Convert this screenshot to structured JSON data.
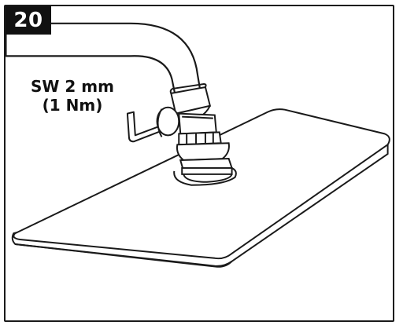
{
  "step": {
    "number": "20"
  },
  "callout": {
    "line1": "SW 2 mm",
    "line2": "(1 Nm)"
  },
  "icons": {
    "shower_head": "rain-shower-head-icon",
    "arm": "shower-arm-icon",
    "joint": "ball-joint-icon",
    "tool": "hex-key-icon"
  },
  "colors": {
    "line": "#1a1a1a",
    "badge_background": "#111111",
    "badge_text": "#ffffff",
    "fill": "#ffffff"
  }
}
